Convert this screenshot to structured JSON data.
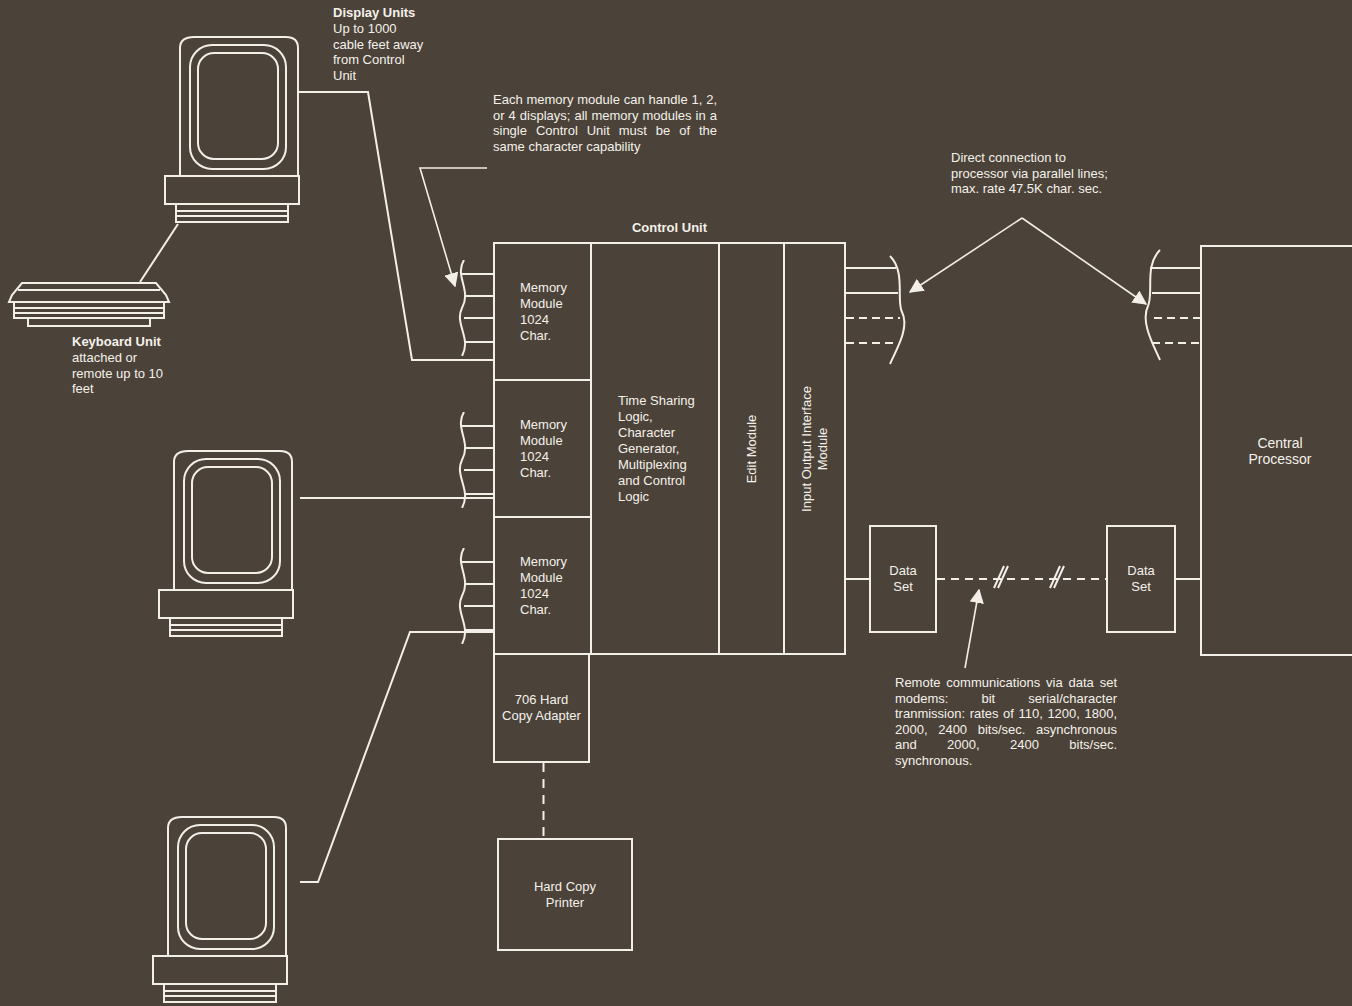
{
  "diagram": {
    "nodes": [
      {
        "text": [
          "Control Unit"
        ]
      },
      {
        "text": [
          "Memory Module 1024 Char."
        ],
        "in": 0
      },
      {
        "text": [
          "Memory Module 1024 Char."
        ],
        "in": 0
      },
      {
        "text": [
          "Memory Module 1024 Char."
        ],
        "in": 0
      },
      {
        "text": [
          "Time Sharing Logic, Character Generator, Multiplexing and Control Logic"
        ],
        "in": 0
      },
      {
        "text": [
          "Edit Module"
        ],
        "in": 0
      },
      {
        "text": [
          "Input Output Interface Module"
        ],
        "in": 0
      },
      {
        "text": [
          "706 Hard Copy Adapter"
        ]
      },
      {
        "text": [
          "Hard Copy Printer"
        ]
      },
      {
        "text": [
          "Data Set"
        ]
      },
      {
        "text": [
          "Data Set"
        ]
      },
      {
        "text": [
          "Central Processor"
        ]
      }
    ],
    "edges": [
      {
        "from": 6,
        "to": 9,
        "arrow": "none"
      },
      {
        "from": 9,
        "to": 10,
        "arrow": "none"
      },
      {
        "from": 10,
        "to": 11,
        "arrow": "none"
      },
      {
        "from": 7,
        "to": 8,
        "arrow": "none"
      }
    ],
    "labels": [
      "Display Units",
      "Up to 1000 cable feet away from Control Unit",
      "Keyboard Unit",
      "attached or remote up to 10 feet",
      "Each memory module can handle 1, 2, or 4 displays; all memory modules in a single Control Unit must be of the same character capability",
      "Direct connection to processor via parallel lines; max. rate 47.5K char. sec.",
      "Remote communications via data set modems: bit serial/character tranmission: rates of 110, 1200, 1800, 2000, 2400 bits/sec. asynchronous and 2000, 2400 bits/sec. synchronous."
    ]
  }
}
